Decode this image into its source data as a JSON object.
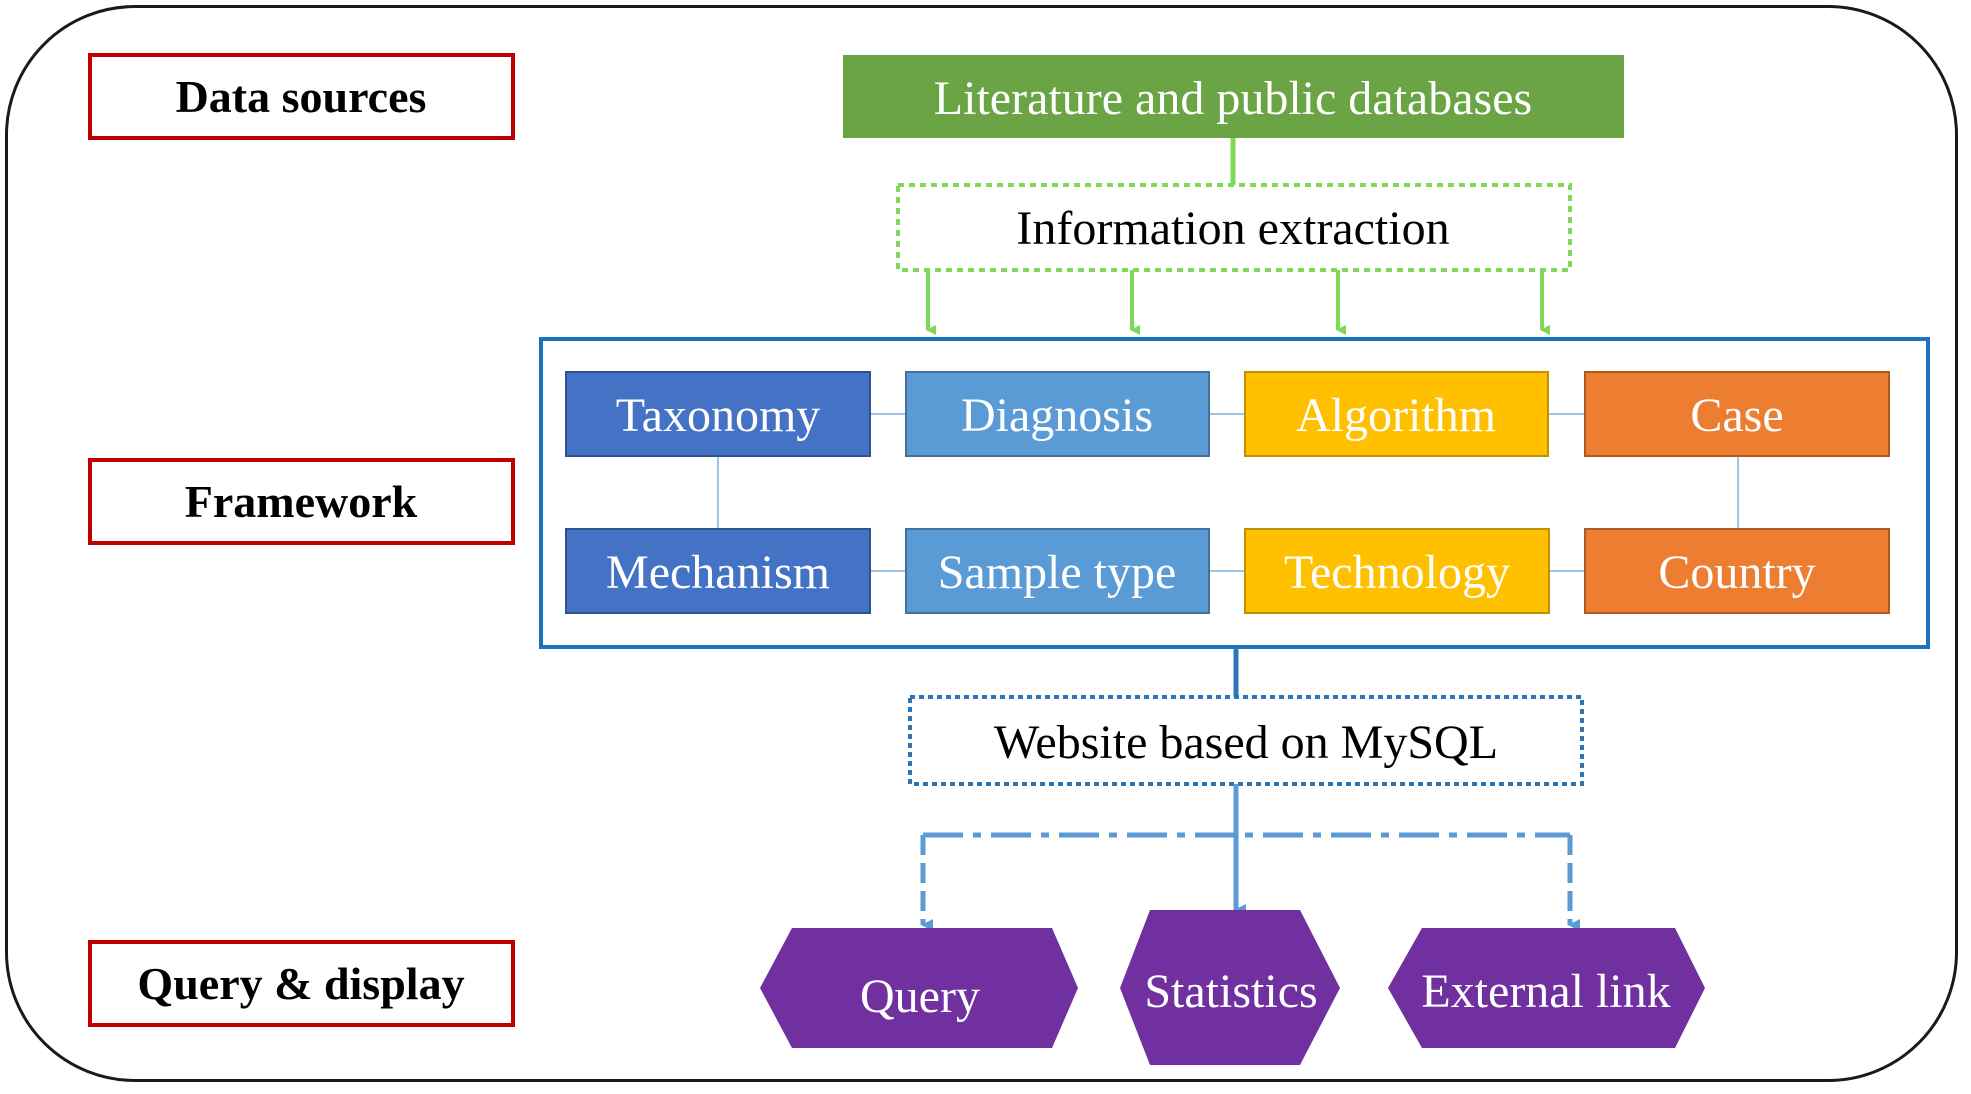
{
  "stages": {
    "data_sources": "Data sources",
    "framework": "Framework",
    "query_display": "Query & display"
  },
  "source": {
    "label": "Literature and public databases",
    "color": "#6AA445"
  },
  "extraction": {
    "label": "Information extraction",
    "border_color": "#7ED957"
  },
  "framework": {
    "border_color": "#1E73BE",
    "items": [
      {
        "label": "Taxonomy",
        "color": "#4472C4"
      },
      {
        "label": "Diagnosis",
        "color": "#5B9BD5"
      },
      {
        "label": "Algorithm",
        "color": "#FFC000"
      },
      {
        "label": "Case",
        "color": "#ED7D31"
      },
      {
        "label": "Mechanism",
        "color": "#4472C4"
      },
      {
        "label": "Sample type",
        "color": "#5B9BD5"
      },
      {
        "label": "Technology",
        "color": "#FFC000"
      },
      {
        "label": "Country",
        "color": "#ED7D31"
      }
    ]
  },
  "website": {
    "label": "Website based on MySQL",
    "border_color": "#2E75B6"
  },
  "outputs": {
    "color": "#7030A0",
    "items": [
      {
        "label": "Query"
      },
      {
        "label": "Statistics"
      },
      {
        "label": "External link"
      }
    ]
  },
  "stage_border_color": "#C00000"
}
